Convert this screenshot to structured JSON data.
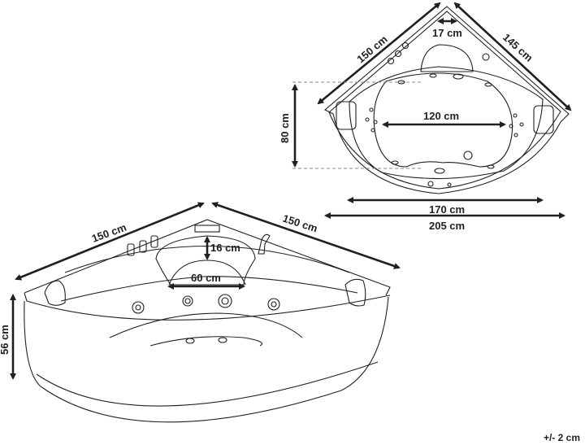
{
  "diagram": {
    "type": "technical dimension drawing",
    "subject": "corner whirlpool bathtub",
    "top_view": {
      "labels": {
        "left_edge": "150 cm",
        "right_edge": "145 cm",
        "headrest_gap": "17 cm",
        "inner_width": "120 cm",
        "depth": "80 cm",
        "width_inner": "170 cm",
        "width_outer": "205 cm"
      }
    },
    "perspective_view": {
      "labels": {
        "left_edge": "150 cm",
        "right_edge": "150 cm",
        "seat_depth": "16 cm",
        "seat_width": "60 cm",
        "height": "56 cm"
      }
    },
    "tolerance": "+/- 2 cm",
    "colors": {
      "line": "#231f20",
      "background": "#ffffff",
      "guide": "#8a8a8a"
    }
  }
}
